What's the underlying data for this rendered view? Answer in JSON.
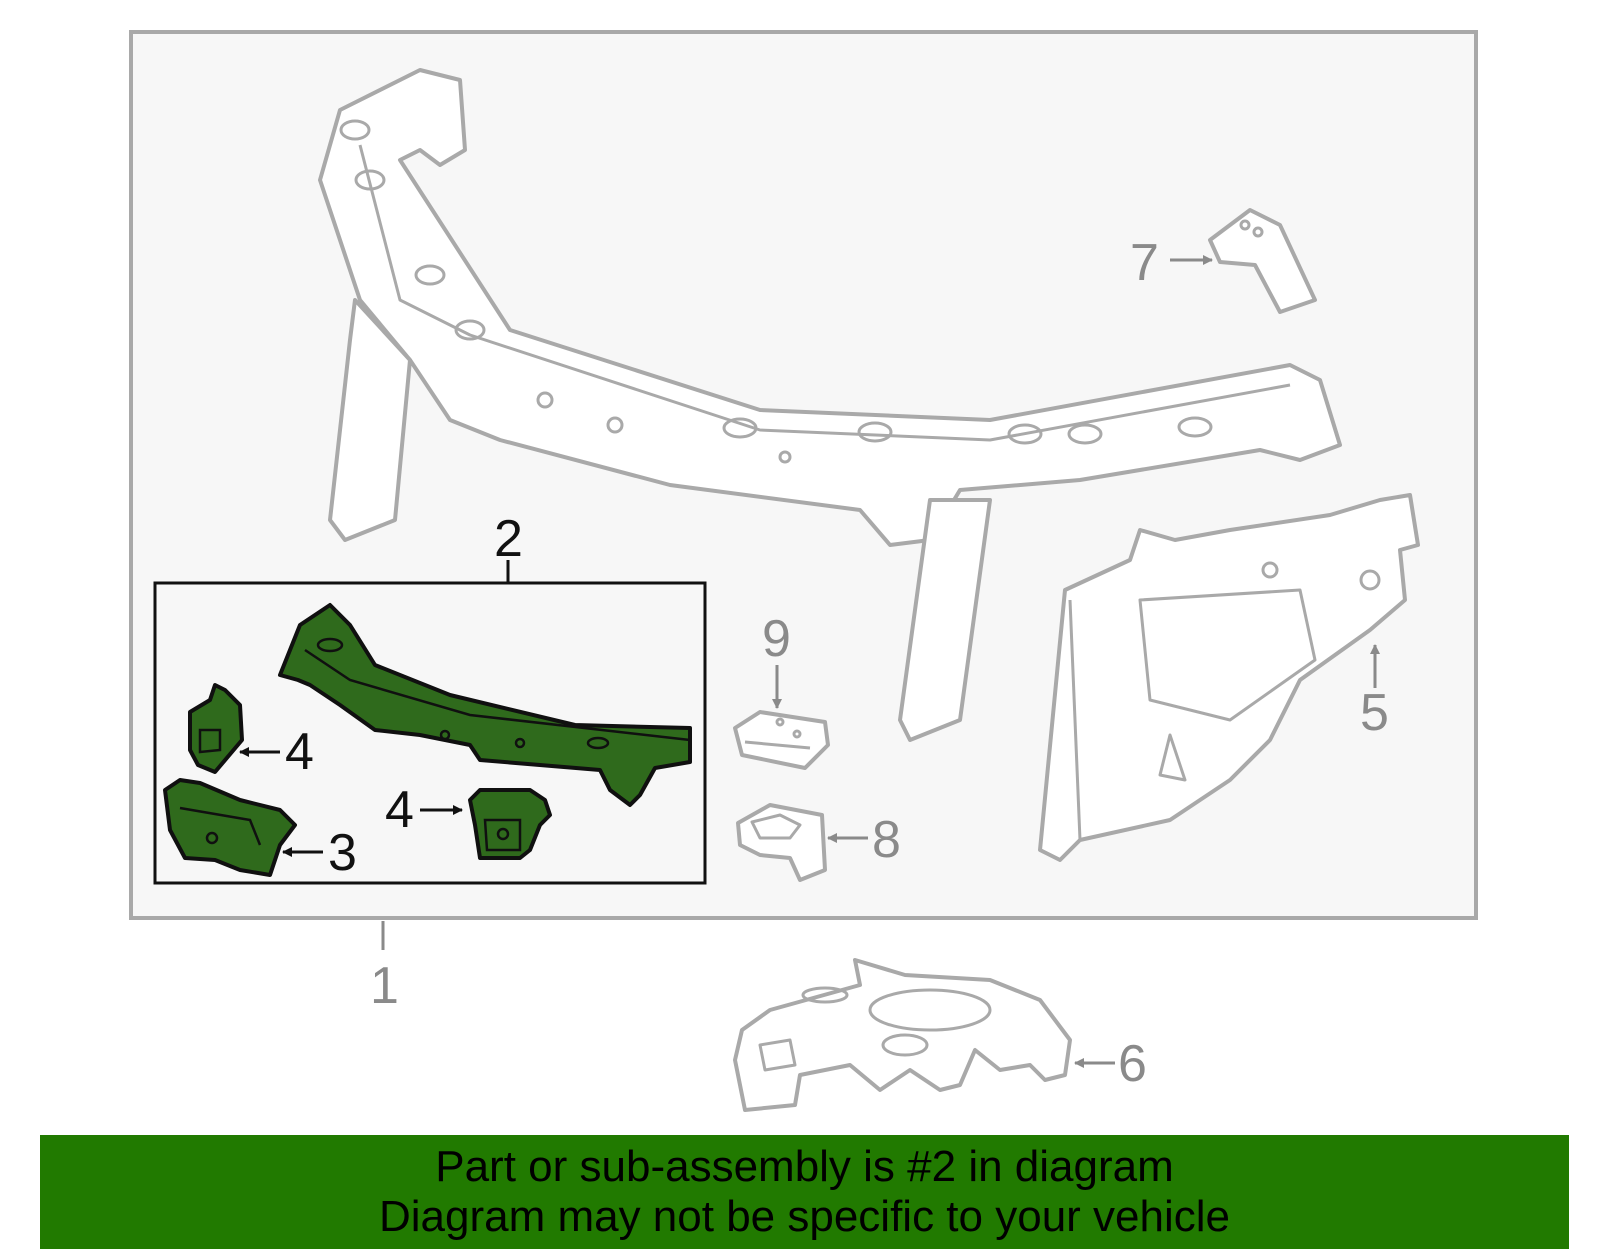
{
  "callouts": {
    "c1": "1",
    "c2": "2",
    "c3": "3",
    "c4a": "4",
    "c4b": "4",
    "c5": "5",
    "c6": "6",
    "c7": "7",
    "c8": "8",
    "c9": "9"
  },
  "banner": {
    "line1": "Part or sub-assembly is #2 in diagram",
    "line2": "Diagram may not be specific to your vehicle"
  },
  "colors": {
    "highlight_part": "#2f6a1c",
    "banner_bg": "#217a00",
    "outline_gray": "#a9a9a9"
  }
}
